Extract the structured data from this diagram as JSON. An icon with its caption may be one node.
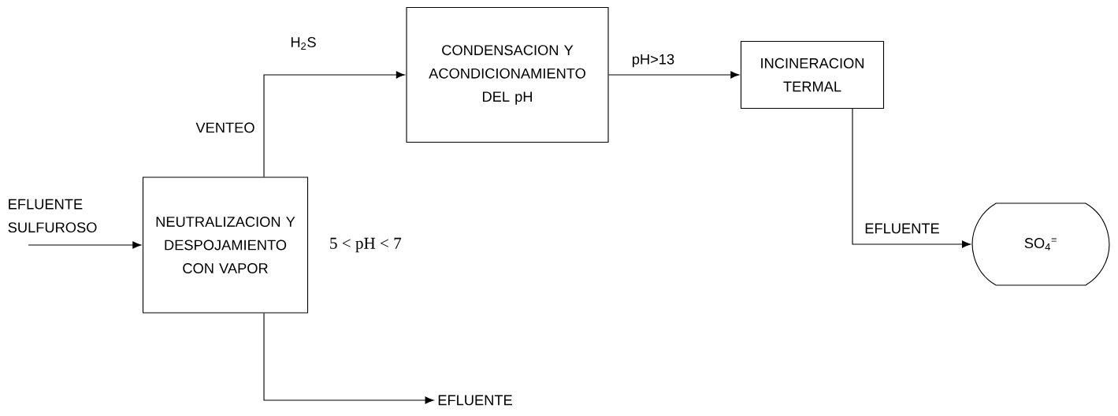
{
  "diagram": {
    "nodes": [
      {
        "text": [
          "NEUTRALIZACION Y DESPOJAMIENTO CON VAPOR"
        ],
        "beside": [
          "5 < pH < 7"
        ]
      },
      {
        "text": [
          "CONDENSACION Y ACONDICIONAMIENTO DEL pH"
        ]
      },
      {
        "text": [
          "INCINERACION TERMAL"
        ]
      },
      {
        "text": [
          "SO$_{4}$$^{=}$"
        ]
      },
      {
        "text": [
          "EFLUENTE"
        ]
      }
    ],
    "edges": [
      {
        "from": null,
        "to": 0,
        "arrow": "to",
        "label": "EFLUENTE SULFUROSO"
      },
      {
        "from": 0,
        "to": 1,
        "arrow": "to",
        "label": "VENTEO"
      },
      {
        "from": 1,
        "to": 2,
        "arrow": "to",
        "label": "pH>13"
      },
      {
        "from": 2,
        "to": 3,
        "arrow": "to",
        "label": "EFLUENTE"
      },
      {
        "from": 0,
        "to": 4,
        "arrow": "to"
      }
    ],
    "labels": [
      "H$_{2}$S"
    ]
  }
}
